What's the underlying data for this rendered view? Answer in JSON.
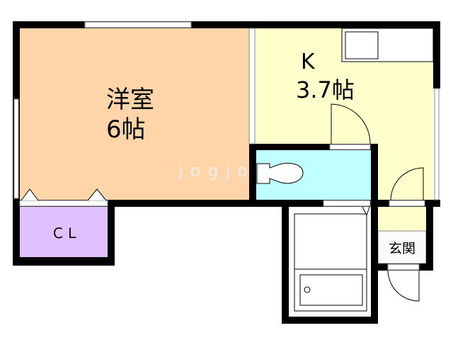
{
  "rooms": {
    "western": {
      "name": "洋室",
      "size": "6帖",
      "color": "#fdd5a8"
    },
    "kitchen": {
      "name": "K",
      "size": "3.7帖",
      "color": "#ffffcc"
    },
    "closet": {
      "name": "ＣＬ",
      "color": "#e0c0ff"
    },
    "toilet": {
      "color": "#c0ffff"
    },
    "entrance": {
      "name": "玄関",
      "color": "#ffffcc"
    }
  },
  "watermark": "jogjo",
  "wall_color": "#000000"
}
